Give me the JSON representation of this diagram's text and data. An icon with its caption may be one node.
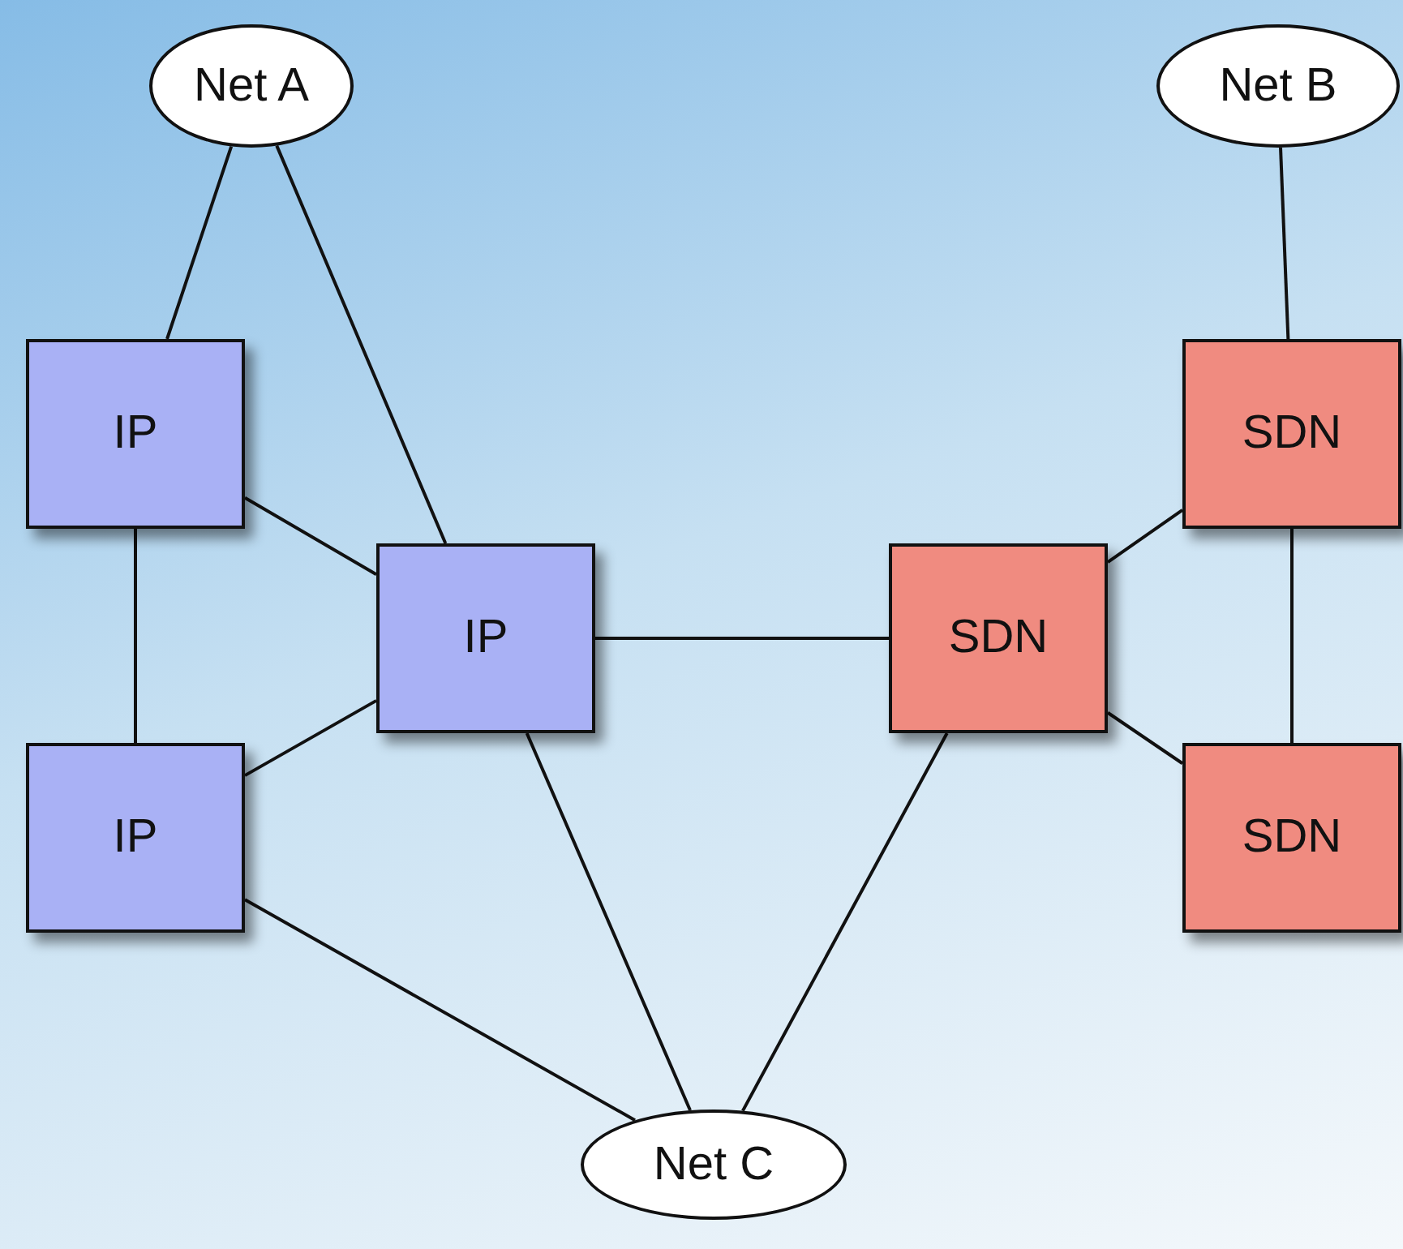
{
  "diagram": {
    "nodes": [
      {
        "text": [
          "Net A"
        ]
      },
      {
        "text": [
          "Net B"
        ]
      },
      {
        "text": [
          "IP"
        ]
      },
      {
        "text": [
          "SDN"
        ]
      },
      {
        "text": [
          "IP"
        ]
      },
      {
        "text": [
          "SDN"
        ]
      },
      {
        "text": [
          "IP"
        ]
      },
      {
        "text": [
          "SDN"
        ]
      },
      {
        "text": [
          "Net C"
        ]
      }
    ],
    "edges": [
      {
        "from": 0,
        "to": 2,
        "arrow": "none"
      },
      {
        "from": 0,
        "to": 4,
        "arrow": "none"
      },
      {
        "from": 1,
        "to": 3,
        "arrow": "none"
      },
      {
        "from": 2,
        "to": 4,
        "arrow": "none"
      },
      {
        "from": 2,
        "to": 6,
        "arrow": "none"
      },
      {
        "from": 4,
        "to": 6,
        "arrow": "none"
      },
      {
        "from": 4,
        "to": 5,
        "arrow": "none"
      },
      {
        "from": 5,
        "to": 3,
        "arrow": "none"
      },
      {
        "from": 5,
        "to": 7,
        "arrow": "none"
      },
      {
        "from": 3,
        "to": 7,
        "arrow": "none"
      },
      {
        "from": 6,
        "to": 8,
        "arrow": "none"
      },
      {
        "from": 4,
        "to": 8,
        "arrow": "none"
      },
      {
        "from": 5,
        "to": 8,
        "arrow": "none"
      }
    ]
  }
}
